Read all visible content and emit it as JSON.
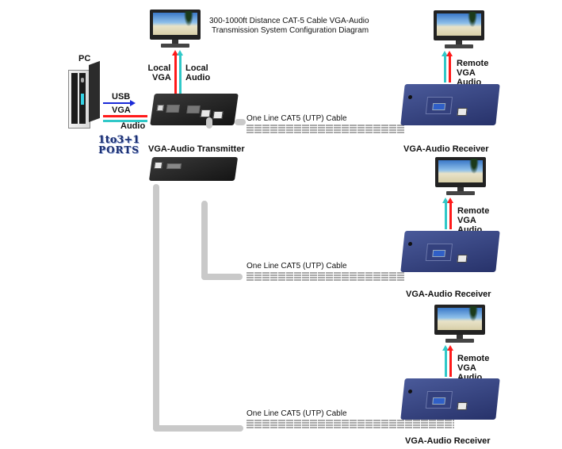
{
  "title": {
    "line1": "300-1000ft Distance CAT-5 Cable VGA-Audio",
    "line2": "Transmission System Configuration Diagram"
  },
  "pc": {
    "label": "PC",
    "connections": {
      "usb": "USB",
      "vga": "VGA",
      "audio": "Audio"
    }
  },
  "ports_badge": {
    "line1": "1to3+1",
    "line2": "PORTS"
  },
  "local_display": {
    "vga_label_line1": "Local",
    "vga_label_line2": "VGA",
    "audio_label_line1": "Local",
    "audio_label_line2": "Audio"
  },
  "transmitter": {
    "label": "VGA-Audio Transmitter"
  },
  "colors": {
    "vga": "#ff1a1a",
    "audio": "#30c8c8",
    "usb": "#1a2ad8",
    "cable_gray": "#c9c9c9",
    "receiver_blue": "#2f3b7a"
  },
  "receivers": [
    {
      "label": "VGA-Audio Receiver",
      "cable_label": "One Line CAT5 (UTP) Cable",
      "remote_line1": "Remote",
      "remote_line2": "VGA",
      "remote_line3": "Audio"
    },
    {
      "label": "VGA-Audio Receiver",
      "cable_label": "One Line CAT5 (UTP) Cable",
      "remote_line1": "Remote",
      "remote_line2": "VGA",
      "remote_line3": "Audio"
    },
    {
      "label": "VGA-Audio Receiver",
      "cable_label": "One Line CAT5 (UTP) Cable",
      "remote_line1": "Remote",
      "remote_line2": "VGA",
      "remote_line3": "Audio"
    }
  ]
}
